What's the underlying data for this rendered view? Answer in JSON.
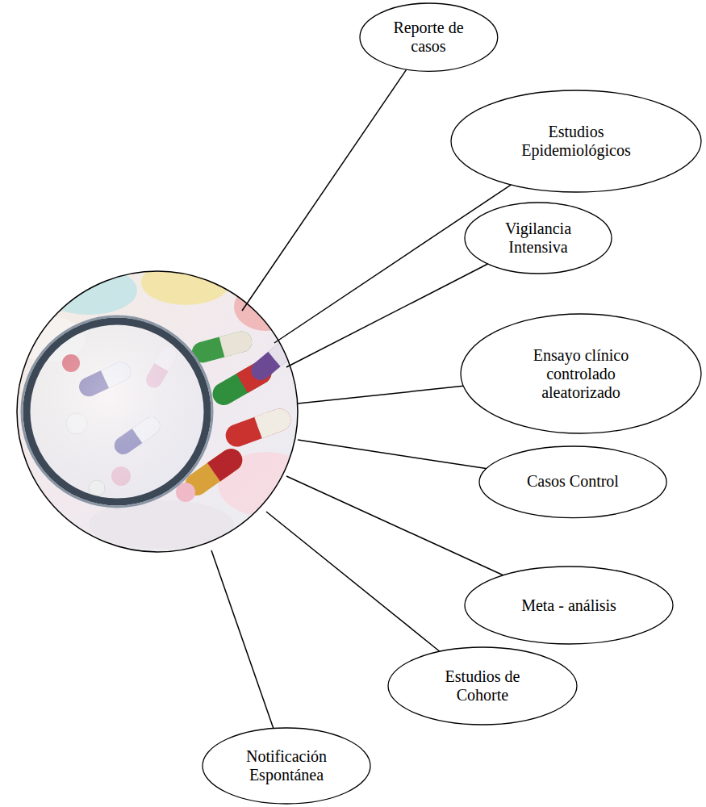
{
  "diagram": {
    "nodes": [
      {
        "text": [
          "Reporte de casos"
        ]
      },
      {
        "text": [
          "Estudios Epidemiológicos"
        ]
      },
      {
        "text": [
          "Vigilancia Intensiva"
        ]
      },
      {
        "text": [
          "Ensayo clínico controlado aleatorizado"
        ]
      },
      {
        "text": [
          "Casos Control"
        ]
      },
      {
        "text": [
          "Meta - análisis"
        ]
      },
      {
        "text": [
          "Estudios de Cohorte"
        ]
      },
      {
        "text": [
          "Notificación Espontánea"
        ]
      }
    ]
  }
}
